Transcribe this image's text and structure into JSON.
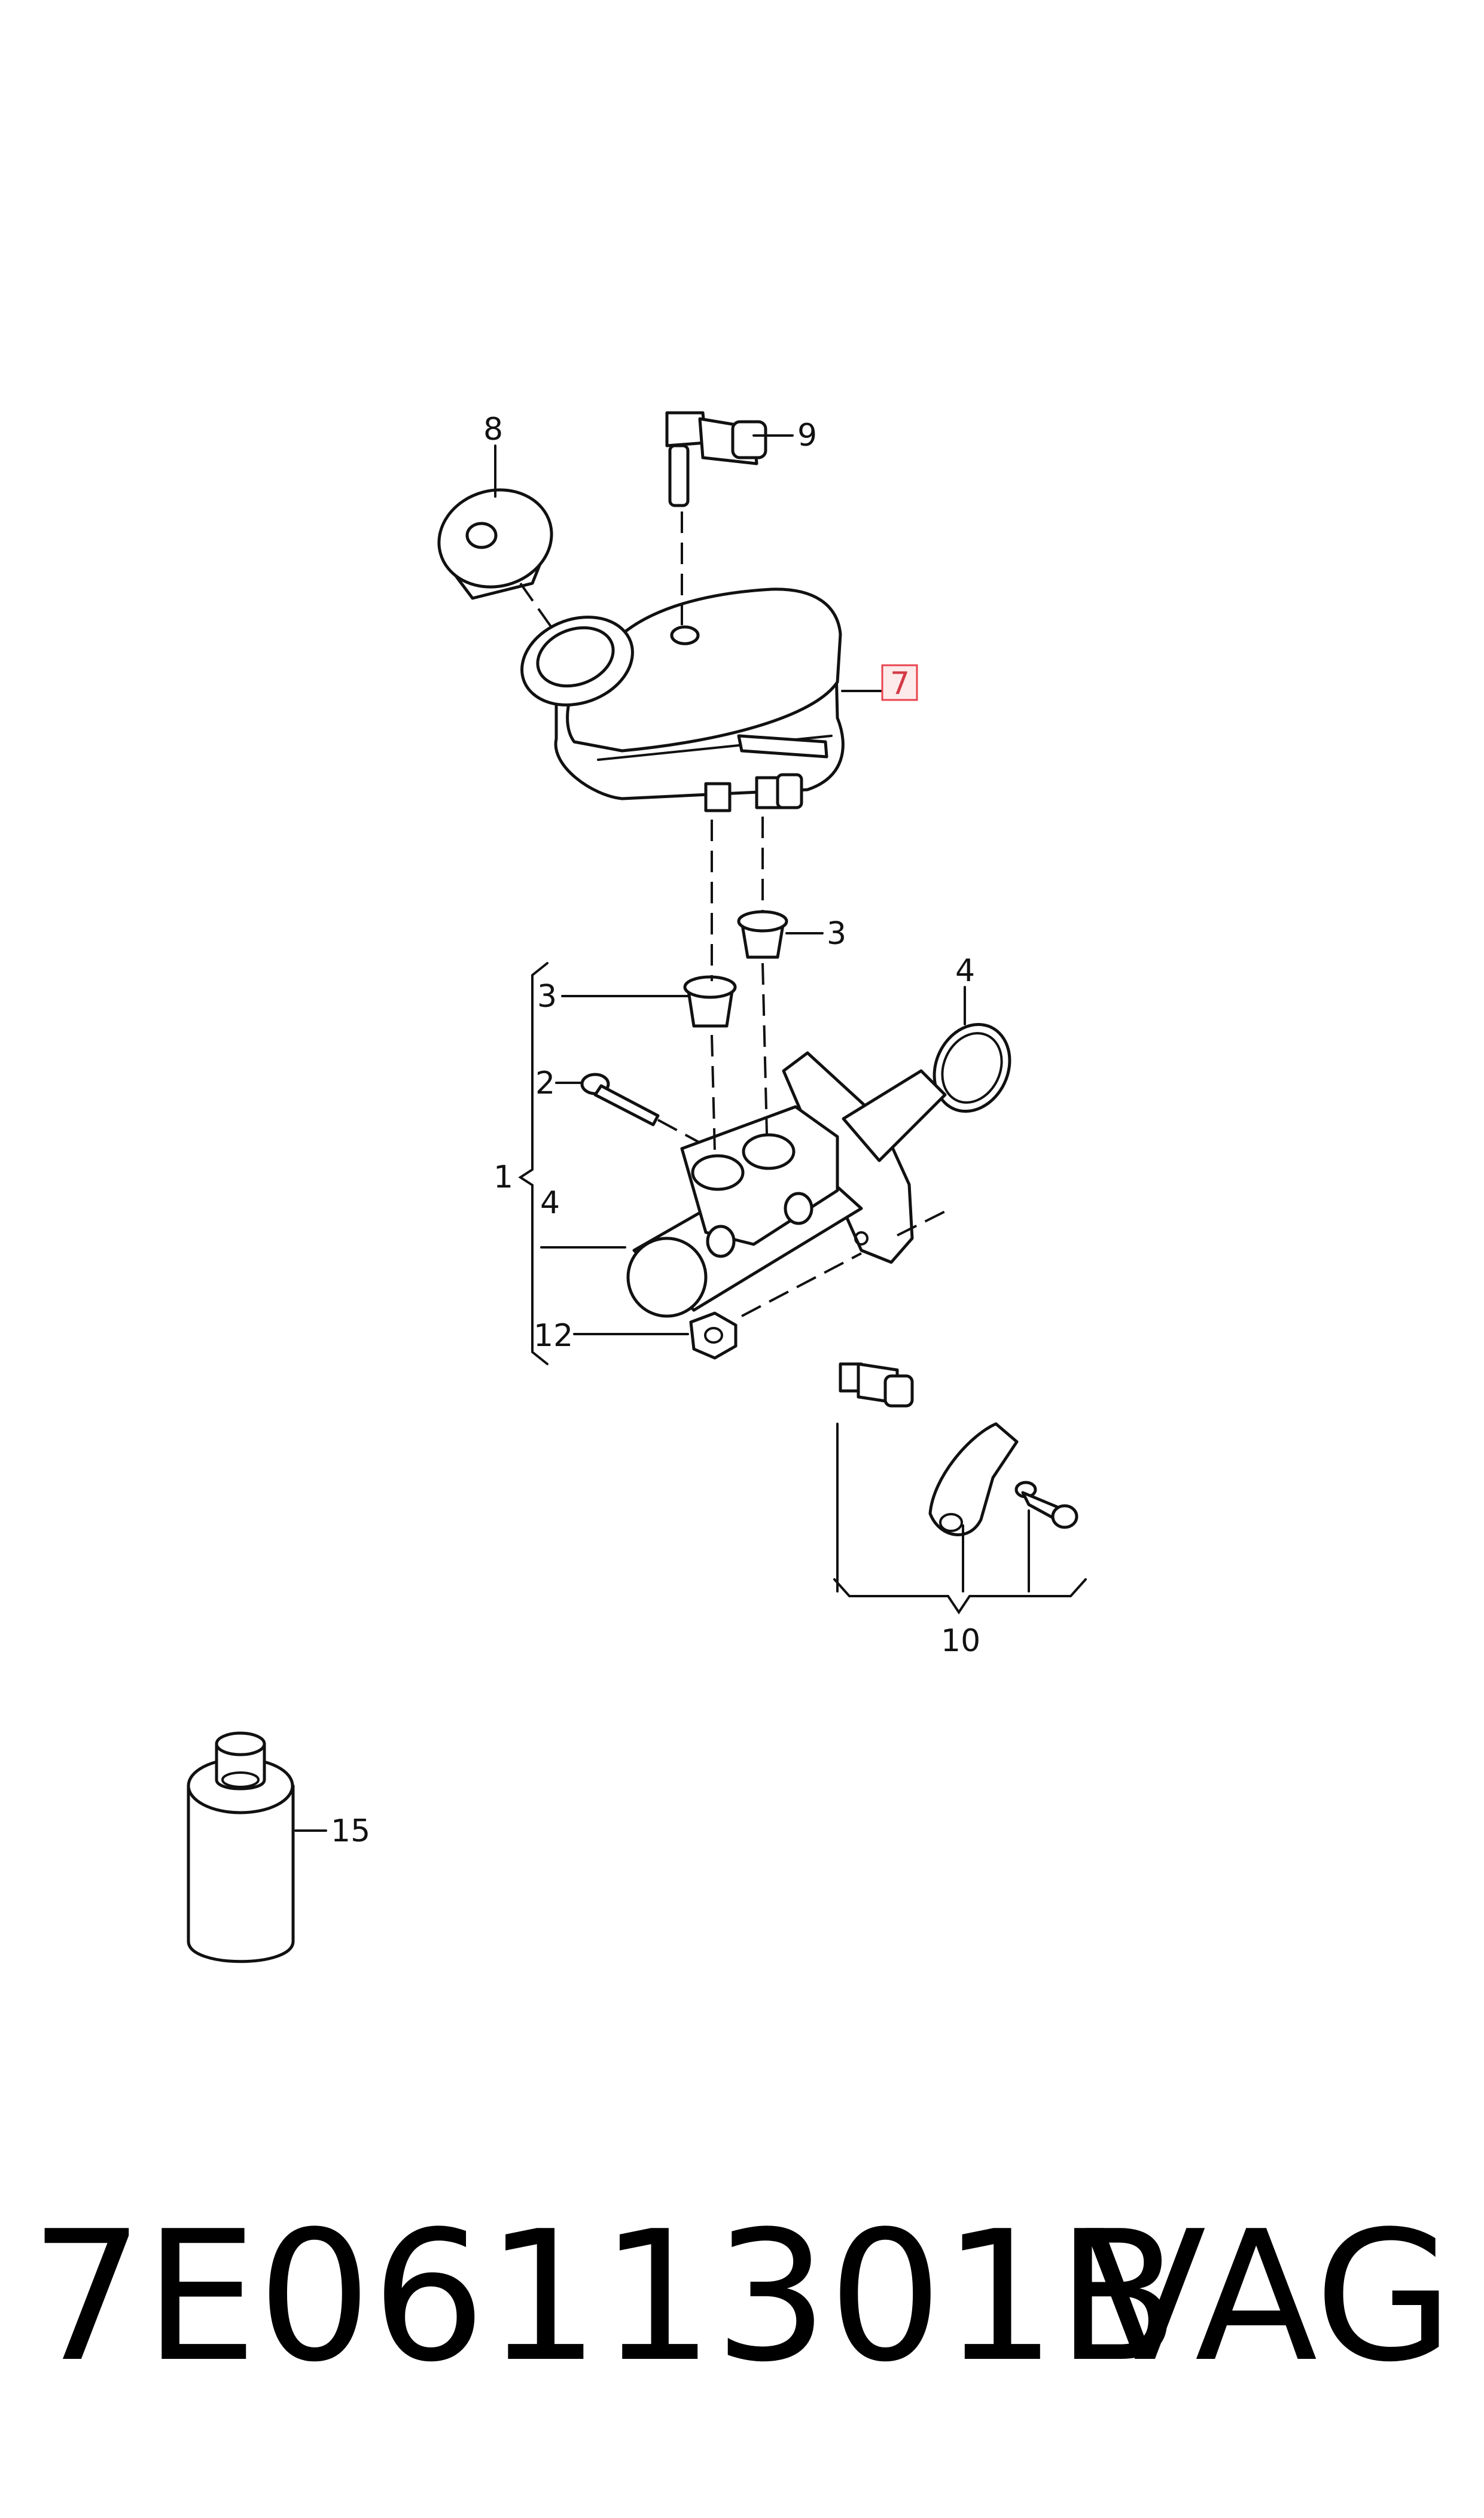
{
  "callouts": {
    "c1": "1",
    "c2": "2",
    "c3a": "3",
    "c3b": "3",
    "c4a": "4",
    "c4b": "4",
    "c7": "7",
    "c8": "8",
    "c9": "9",
    "c10": "10",
    "c12": "12",
    "c15": "15"
  },
  "highlight": {
    "part": "7",
    "color": "#e8434f",
    "fill": "#fdeaea"
  },
  "footer": {
    "part_number": "7E0611301B",
    "brand": "VAG"
  }
}
